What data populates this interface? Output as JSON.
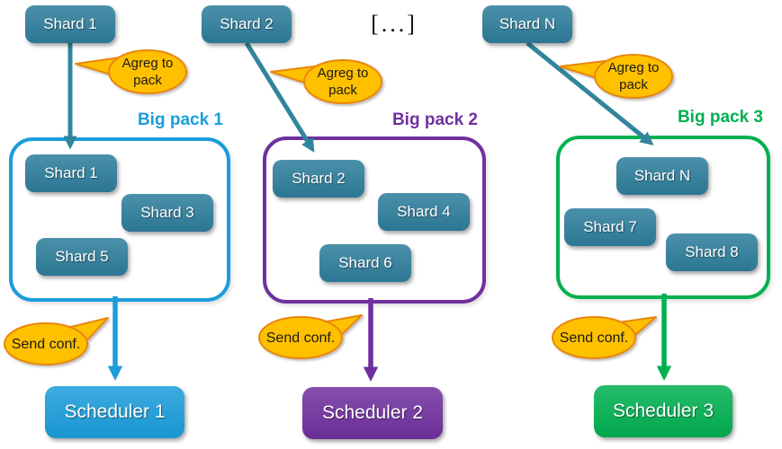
{
  "top_shards": [
    {
      "label": "Shard 1"
    },
    {
      "label": "Shard 2"
    },
    {
      "label": "Shard N"
    }
  ],
  "ellipsis": "[...]",
  "callouts": {
    "agreg_line1": "Agreg to",
    "agreg_line2": "pack",
    "send": "Send conf."
  },
  "packs": [
    {
      "title": "Big pack 1",
      "accent": "#1B9DDB",
      "shards": [
        {
          "label": "Shard 1"
        },
        {
          "label": "Shard 3"
        },
        {
          "label": "Shard 5"
        }
      ],
      "scheduler": "Scheduler 1"
    },
    {
      "title": "Big pack 2",
      "accent": "#7030A0",
      "shards": [
        {
          "label": "Shard 2"
        },
        {
          "label": "Shard 4"
        },
        {
          "label": "Shard 6"
        }
      ],
      "scheduler": "Scheduler 2"
    },
    {
      "title": "Big pack 3",
      "accent": "#00B050",
      "shards": [
        {
          "label": "Shard N"
        },
        {
          "label": "Shard 7"
        },
        {
          "label": "Shard 8"
        }
      ],
      "scheduler": "Scheduler 3"
    }
  ],
  "colors": {
    "shard_fill": "#2E7E9C",
    "arrow_teal": "#31859C",
    "bubble_fill": "#FFC000",
    "bubble_border": "#E8860D",
    "pack1_blue": "#1B9DDB",
    "pack2_purple": "#7030A0",
    "pack3_green": "#00B050"
  }
}
